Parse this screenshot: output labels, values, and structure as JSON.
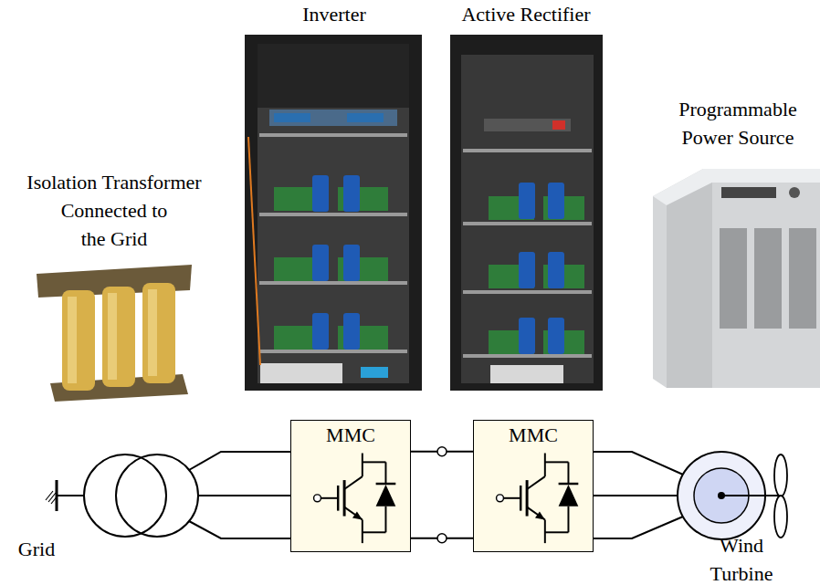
{
  "diagram": {
    "nodes": [
      {
        "text": [
          "MMC"
        ]
      },
      {
        "text": [
          "MMC"
        ]
      }
    ],
    "edges": [
      {
        "from": 0,
        "to": 1,
        "arrow": "none"
      },
      {
        "from": 0,
        "to": 1,
        "arrow": "none"
      }
    ],
    "labels": [
      "Inverter",
      "Active Rectifier",
      "Isolation Transformer Connected to the Grid",
      "Programmable Power Source",
      "Grid",
      "Wind Turbine"
    ]
  }
}
